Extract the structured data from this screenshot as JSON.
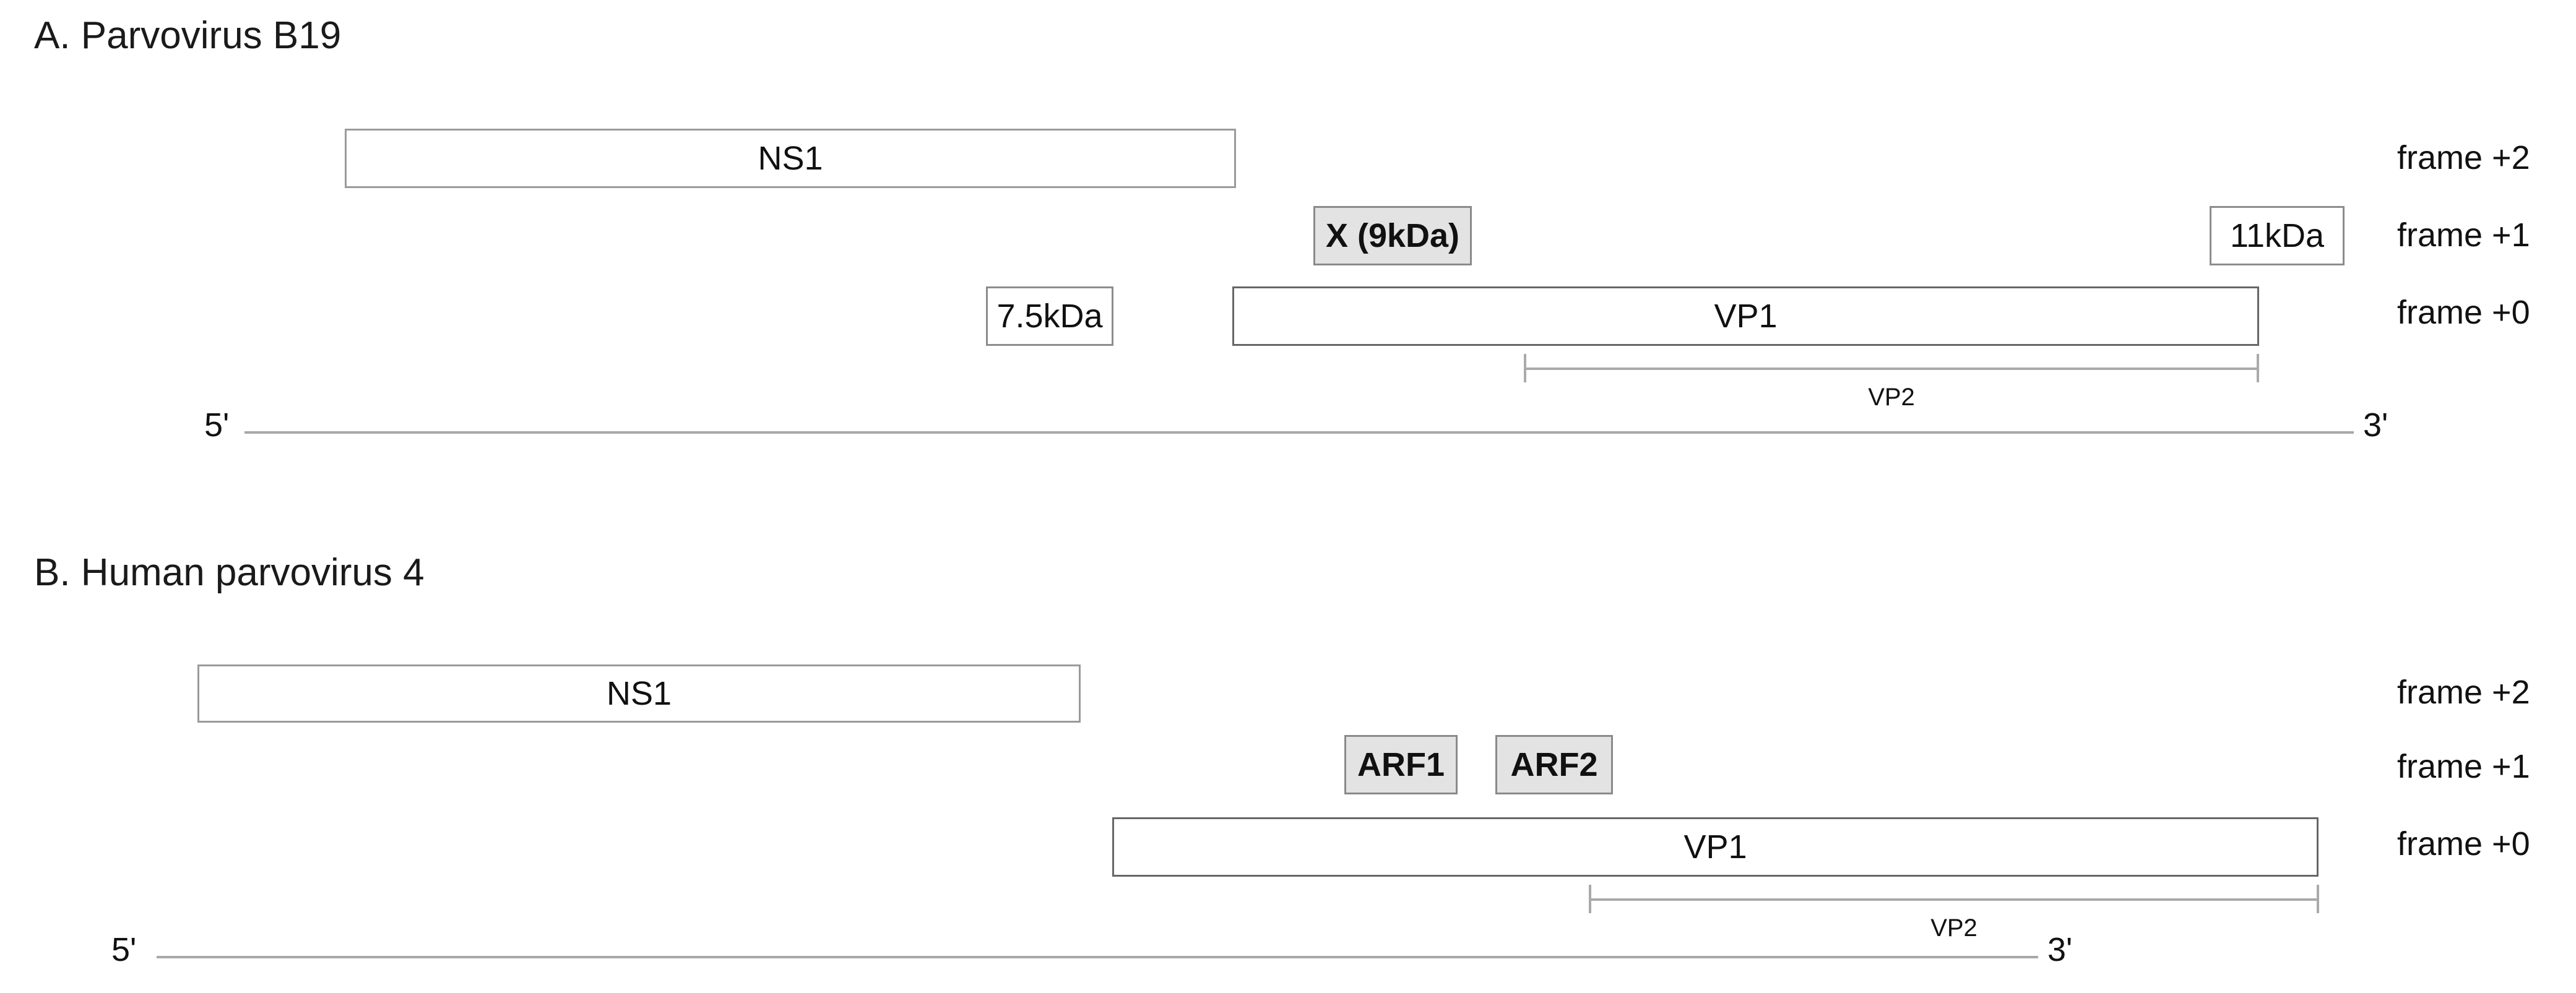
{
  "figure": {
    "background": "#ffffff",
    "box_border_color": "#9a9a9a",
    "shaded_fill": "#e3e3e3",
    "line_color": "#a8a8a8"
  },
  "panels": [
    {
      "id": "A",
      "title": "A. Parvovirus B19",
      "frames": [
        {
          "label": "frame +2"
        },
        {
          "label": "frame +1"
        },
        {
          "label": "frame +0"
        }
      ],
      "orfs": [
        {
          "name": "NS1",
          "label": "NS1",
          "frame": "+2",
          "style": "outline"
        },
        {
          "name": "X9kDa",
          "label": "X (9kDa)",
          "frame": "+1",
          "style": "shaded"
        },
        {
          "name": "11kDa",
          "label": "11kDa",
          "frame": "+1",
          "style": "outline"
        },
        {
          "name": "7.5kDa",
          "label": "7.5kDa",
          "frame": "+0",
          "style": "outline"
        },
        {
          "name": "VP1",
          "label": "VP1",
          "frame": "+0",
          "style": "outline"
        }
      ],
      "bracket": {
        "label": "VP2"
      },
      "genome": {
        "five_prime": "5'",
        "three_prime": "3'"
      }
    },
    {
      "id": "B",
      "title": "B. Human parvovirus 4",
      "frames": [
        {
          "label": "frame +2"
        },
        {
          "label": "frame +1"
        },
        {
          "label": "frame +0"
        }
      ],
      "orfs": [
        {
          "name": "NS1",
          "label": "NS1",
          "frame": "+2",
          "style": "outline"
        },
        {
          "name": "ARF1",
          "label": "ARF1",
          "frame": "+1",
          "style": "shaded"
        },
        {
          "name": "ARF2",
          "label": "ARF2",
          "frame": "+1",
          "style": "shaded"
        },
        {
          "name": "VP1",
          "label": "VP1",
          "frame": "+0",
          "style": "outline"
        }
      ],
      "bracket": {
        "label": "VP2"
      },
      "genome": {
        "five_prime": "5'",
        "three_prime": "3'"
      }
    }
  ]
}
